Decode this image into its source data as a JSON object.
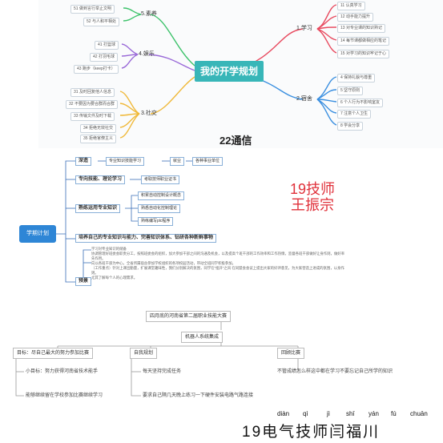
{
  "panel1": {
    "center": "我的开学规划",
    "caption": "22通信",
    "branches": {
      "study": {
        "label": "1.学习",
        "items": [
          "11 认真学习",
          "12 动手能力提升",
          "13 对专业课的知识熟记",
          "14 每节课都做相应的笔记",
          "15 对学习的知识牢记于心"
        ]
      },
      "dorm": {
        "label": "2.宿舍",
        "items": [
          "4 保持礼貌与尊重",
          "5 坚守原则",
          "6 个人行为不影响室友",
          "7 注意个人卫生",
          "8 学会分享"
        ]
      },
      "quality": {
        "label": "5.素养",
        "items": [
          "51 做到言行举止文明",
          "52 与人和平相处"
        ]
      },
      "fun": {
        "label": "4.娱乐",
        "items": [
          "41 打篮球",
          "42 打羽毛球",
          "43 跑步（keep打卡）"
        ]
      },
      "social": {
        "label": "3.社交",
        "items": [
          "31 及时回复他人信息",
          "32 不要因为要合群而合群",
          "33 传输文件及时下载",
          "34 拒绝无效社交",
          "35 拒绝官僚主义"
        ]
      }
    }
  },
  "panel2": {
    "root": "学期计划",
    "title_line1": "19技师",
    "title_line2": "王振宗",
    "deep": {
      "label": "深造",
      "chain": [
        "专业知识技能学习",
        "就业",
        "各种事业单位"
      ]
    },
    "skills": {
      "label": "专向技能、理论学习",
      "cert": "考取技师职业证书"
    },
    "pro": {
      "label": "熟练运用专业知识",
      "items": [
        "积累自动控制设计概念",
        "熟悉自动化控制理论",
        "熟练编写plc程序"
      ]
    },
    "cultivate": {
      "label": "培养自己的专业知识与能力、完善知识体系、钻研各种新鲜事物"
    },
    "outlook": {
      "label": "预景",
      "lines": [
        "学习对专业知识的储备",
        "协调管理好班委会职责分工，按照班委会的组织，加大参加干部之间的沟通及机会，以及提高个班干部的工作效率和工作热情，监督各班干部做好让身作则，做好率先作用。",
        "向以各班干部为中心，全省所属宿舍参加学校组织的各项校园活动，带动全班同学积极参加。",
        "（工作重点）针对上课出勤量，扩展课堂趣味性，我们分别解决的氛围，同学在“扭开”之风 在同盟会会议上提出大家的好评意见，为大家营造上进成的氛围，以身作则。",
        "尤其了解每个人的心理需求。"
      ]
    }
  },
  "panel3": {
    "top": "四月底的河南省第二届职业技能大赛",
    "middle": "机器人系统集成",
    "goal": {
      "label": "目标：尽自己最大的努力参加比赛",
      "items": [
        "小目标：努力获得河南省技术能手",
        "能够继续留在学校参加比赛继续学习"
      ]
    },
    "self": {
      "label": "自我规划",
      "items": [
        "每天坚持完成任务",
        "要求自己隔几天晚上练习一下硬件安装电路气路连接"
      ]
    },
    "review": {
      "label": "回顾比赛",
      "items": [
        "不管成绩怎么样这中都在学习不要忘记自己所学的知识"
      ]
    }
  },
  "footer": {
    "name": "19电气技师闫福川",
    "pinyin": [
      "diàn",
      "qì",
      "jì",
      "shī",
      "yán",
      "fú",
      "chuān"
    ]
  }
}
